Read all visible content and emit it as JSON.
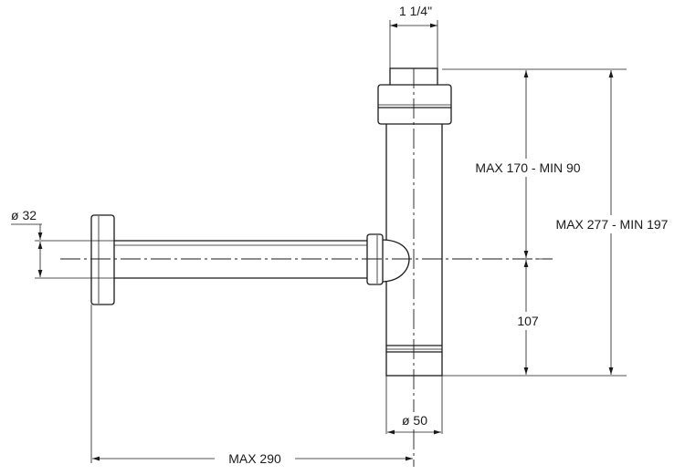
{
  "dimensions": {
    "top_outlet": "1 1/4\"",
    "upper_height": "MAX 170 - MIN 90",
    "total_height": "MAX 277 - MIN 197",
    "lower_height": "107",
    "wall_pipe_diameter": "ø 32",
    "body_diameter": "ø 50",
    "max_length": "MAX 290"
  }
}
